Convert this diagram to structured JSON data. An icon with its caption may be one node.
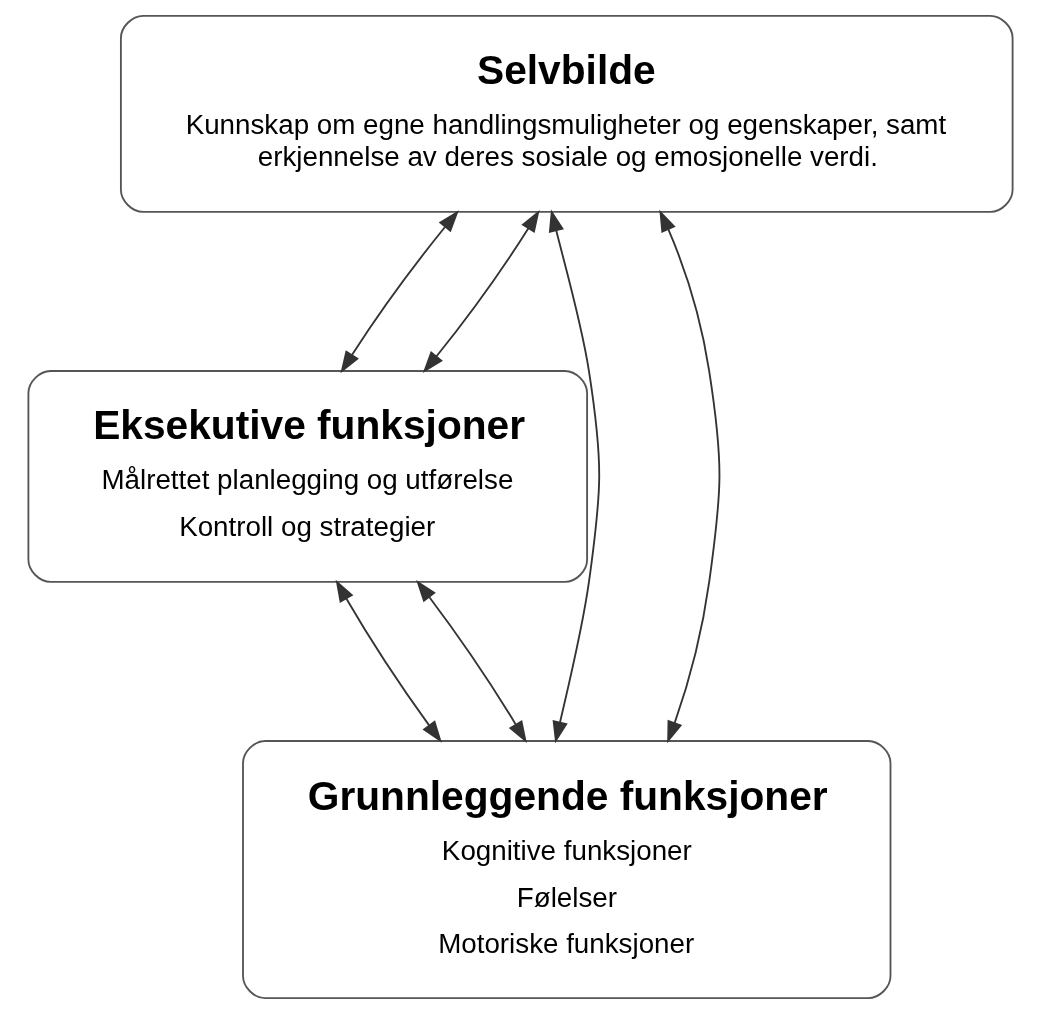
{
  "diagram": {
    "nodes": [
      {
        "text": [
          "Selvbilde",
          "Kunnskap om egne handlingsmuligheter og egenskaper, samt erkjennelse av deres sosiale og emosjonelle verdi."
        ]
      },
      {
        "text": [
          "Eksekutive funksjoner",
          "Målrettet planlegging og utførelse",
          "Kontroll og strategier"
        ]
      },
      {
        "text": [
          "Grunnleggende funksjoner",
          "Kognitive funksjoner",
          "Følelser",
          "Motoriske funksjoner"
        ]
      }
    ],
    "edges": [
      {
        "from": 0,
        "to": 2,
        "arrow": "both"
      },
      {
        "from": 0,
        "to": 1,
        "arrow": "both"
      },
      {
        "from": 0,
        "to": 1,
        "arrow": "both"
      },
      {
        "from": 1,
        "to": 2,
        "arrow": "both"
      },
      {
        "from": 1,
        "to": 2,
        "arrow": "both"
      },
      {
        "from": 0,
        "to": 2,
        "arrow": "both"
      }
    ]
  }
}
